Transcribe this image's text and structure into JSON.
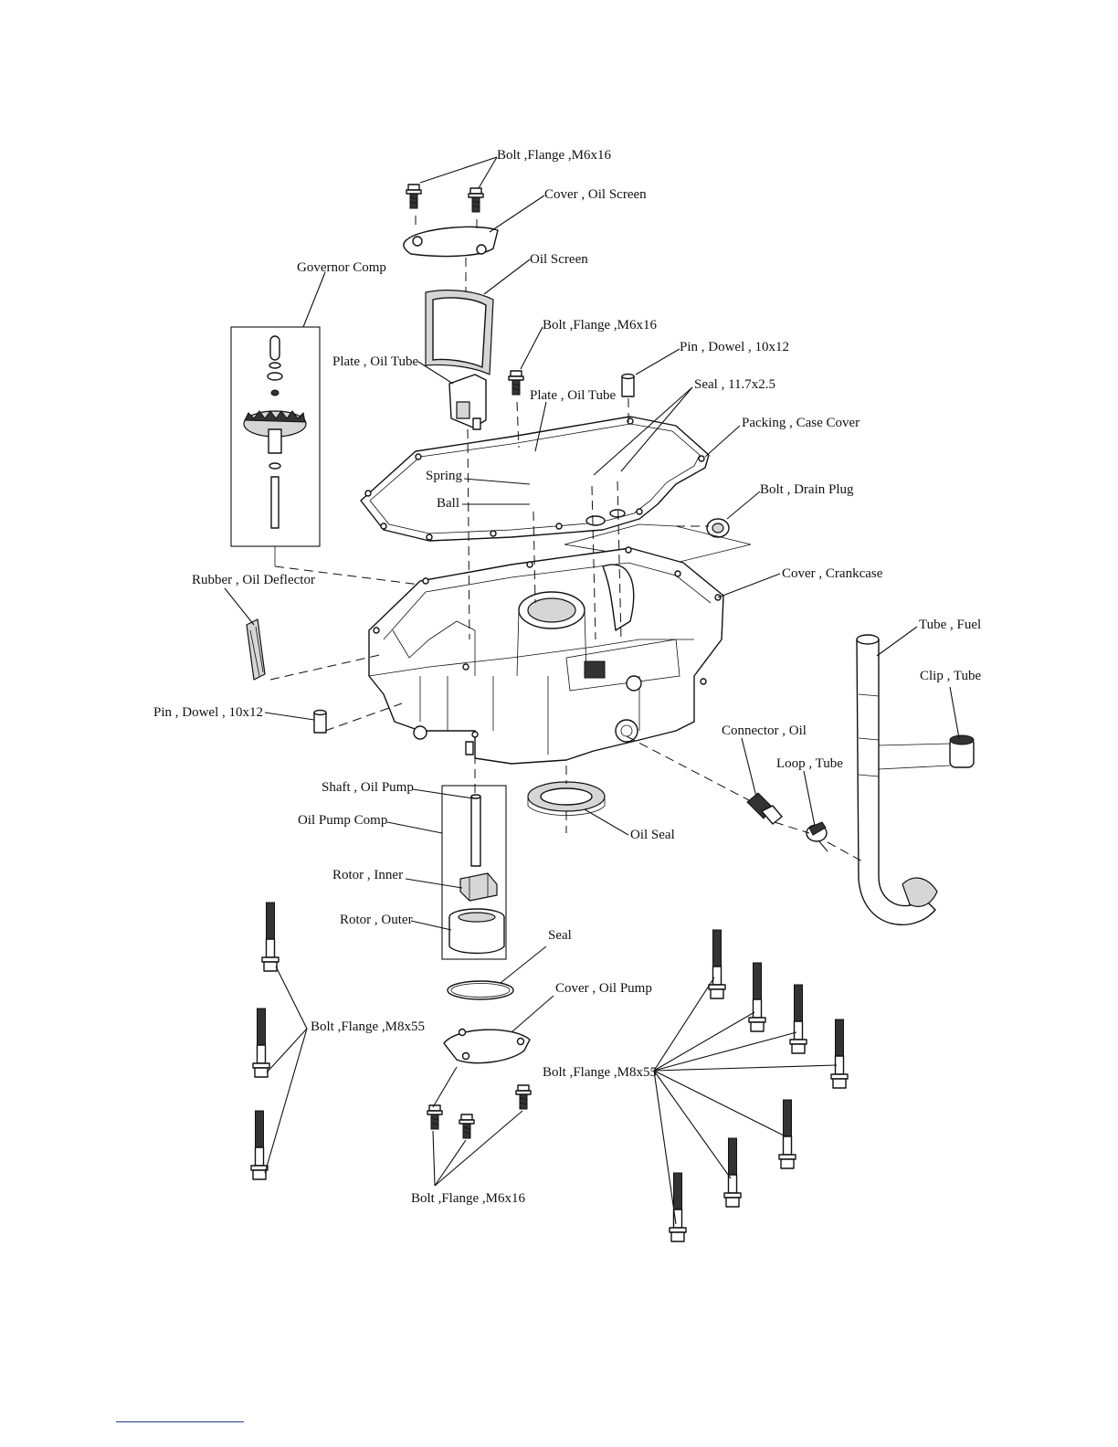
{
  "labels": {
    "bolt_flange_m6x16_top": "Bolt ,Flange ,M6x16",
    "cover_oil_screen": "Cover , Oil Screen",
    "oil_screen": "Oil Screen",
    "governor_comp": "Governor Comp",
    "bolt_flange_m6x16_mid": "Bolt ,Flange ,M6x16",
    "pin_dowel_top": "Pin , Dowel , 10x12",
    "plate_oil_tube_left": "Plate , Oil Tube",
    "plate_oil_tube_right": "Plate , Oil Tube",
    "seal_11_7": "Seal , 11.7x2.5",
    "packing_case_cover": "Packing , Case Cover",
    "spring": "Spring",
    "ball": "Ball",
    "bolt_drain_plug": "Bolt , Drain Plug",
    "rubber_oil_deflector": "Rubber , Oil Deflector",
    "cover_crankcase": "Cover , Crankcase",
    "tube_fuel": "Tube , Fuel",
    "clip_tube": "Clip , Tube",
    "pin_dowel_left": "Pin , Dowel , 10x12",
    "connector_oil": "Connector , Oil",
    "loop_tube": "Loop , Tube",
    "shaft_oil_pump": "Shaft , Oil Pump",
    "oil_pump_comp": "Oil Pump Comp",
    "oil_seal": "Oil Seal",
    "rotor_inner": "Rotor , Inner",
    "rotor_outer": "Rotor , Outer",
    "seal": "Seal",
    "cover_oil_pump": "Cover , Oil Pump",
    "bolt_flange_m8x55_left": "Bolt ,Flange ,M8x55",
    "bolt_flange_m8x55_right": "Bolt ,Flange ,M8x55",
    "bolt_flange_m6x16_bottom": "Bolt ,Flange ,M6x16"
  }
}
